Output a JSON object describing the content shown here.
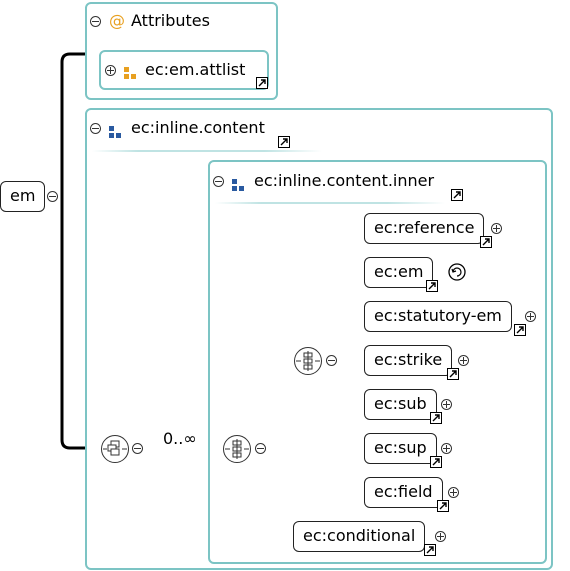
{
  "root": {
    "label": "em"
  },
  "attributes": {
    "title": "Attributes",
    "attlist": "ec:em.attlist",
    "at_symbol": "@"
  },
  "inline_content": {
    "title": "ec:inline.content"
  },
  "inline_content_inner": {
    "title": "ec:inline.content.inner"
  },
  "choice_occurs": "0..∞",
  "elements": [
    {
      "label": "ec:reference"
    },
    {
      "label": "ec:em"
    },
    {
      "label": "ec:statutory-em"
    },
    {
      "label": "ec:strike"
    },
    {
      "label": "ec:sub"
    },
    {
      "label": "ec:sup"
    },
    {
      "label": "ec:field"
    }
  ],
  "conditional": {
    "label": "ec:conditional"
  },
  "colors": {
    "border": "#7cc4c4",
    "attribute_icon": "#e8a020",
    "group_icon": "#2a5aa0"
  }
}
